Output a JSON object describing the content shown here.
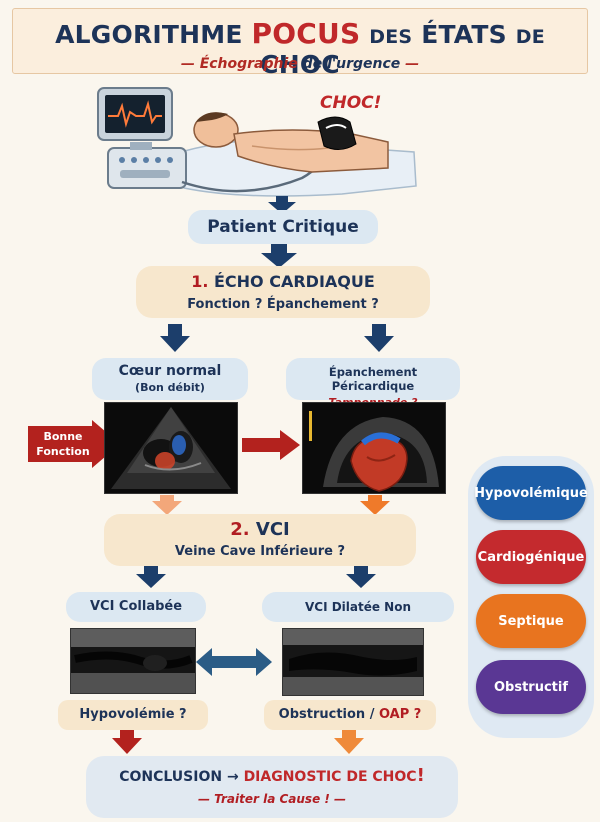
{
  "header": {
    "title_part1": "ALGORITHME",
    "title_accent": "POCUS",
    "title_part2": "DES",
    "title_part3": "ÉTATS",
    "title_part4": "DE",
    "title_part5": "CHOC",
    "subtitle_dash_left": "—",
    "subtitle_part1": "Échographie",
    "subtitle_part2": "de l'urgence",
    "subtitle_dash_right": "—"
  },
  "hero": {
    "shout": "CHOC!"
  },
  "patient_box": {
    "label": "Patient Critique"
  },
  "step1": {
    "number": "1.",
    "title": "ÉCHO CARDIAQUE",
    "question": "Fonction ? Épanchement ?",
    "left_label": "Cœur normal",
    "left_sub": "(Bon débit)",
    "right_label": "Épanchement Péricardique",
    "right_sub": "Tamponnade ?",
    "side_arrow_label_line1": "Bonne",
    "side_arrow_label_line2": "Fonction"
  },
  "step2": {
    "number": "2.",
    "title": "VCI",
    "question": "Veine Cave Inférieure ?",
    "left_label": "VCI Collabée",
    "right_label": "VCI Dilatée Non Compressive",
    "left_result": "Hypovolémie ?",
    "right_result_part1": "Obstruction /",
    "right_result_part2": "OAP ?"
  },
  "conclusion": {
    "label": "CONCLUSION",
    "arrow": "→",
    "diagnosis": "DIAGNOSTIC DE CHOC",
    "bang": "!",
    "action": "— Traiter la Cause ! —"
  },
  "shock_types": [
    {
      "label": "Hypovolémique",
      "color": "#1d5ea8"
    },
    {
      "label": "Cardiogénique",
      "color": "#c42a2e"
    },
    {
      "label": "Septique",
      "color": "#e8741f"
    },
    {
      "label": "Obstructif",
      "color": "#5a3794"
    }
  ],
  "colors": {
    "navy": "#1d3358",
    "accent_red": "#c0282a",
    "arrow_navy": "#1c3e6b",
    "arrow_orange": "#ef8a3a",
    "arrow_red": "#b3221e"
  }
}
